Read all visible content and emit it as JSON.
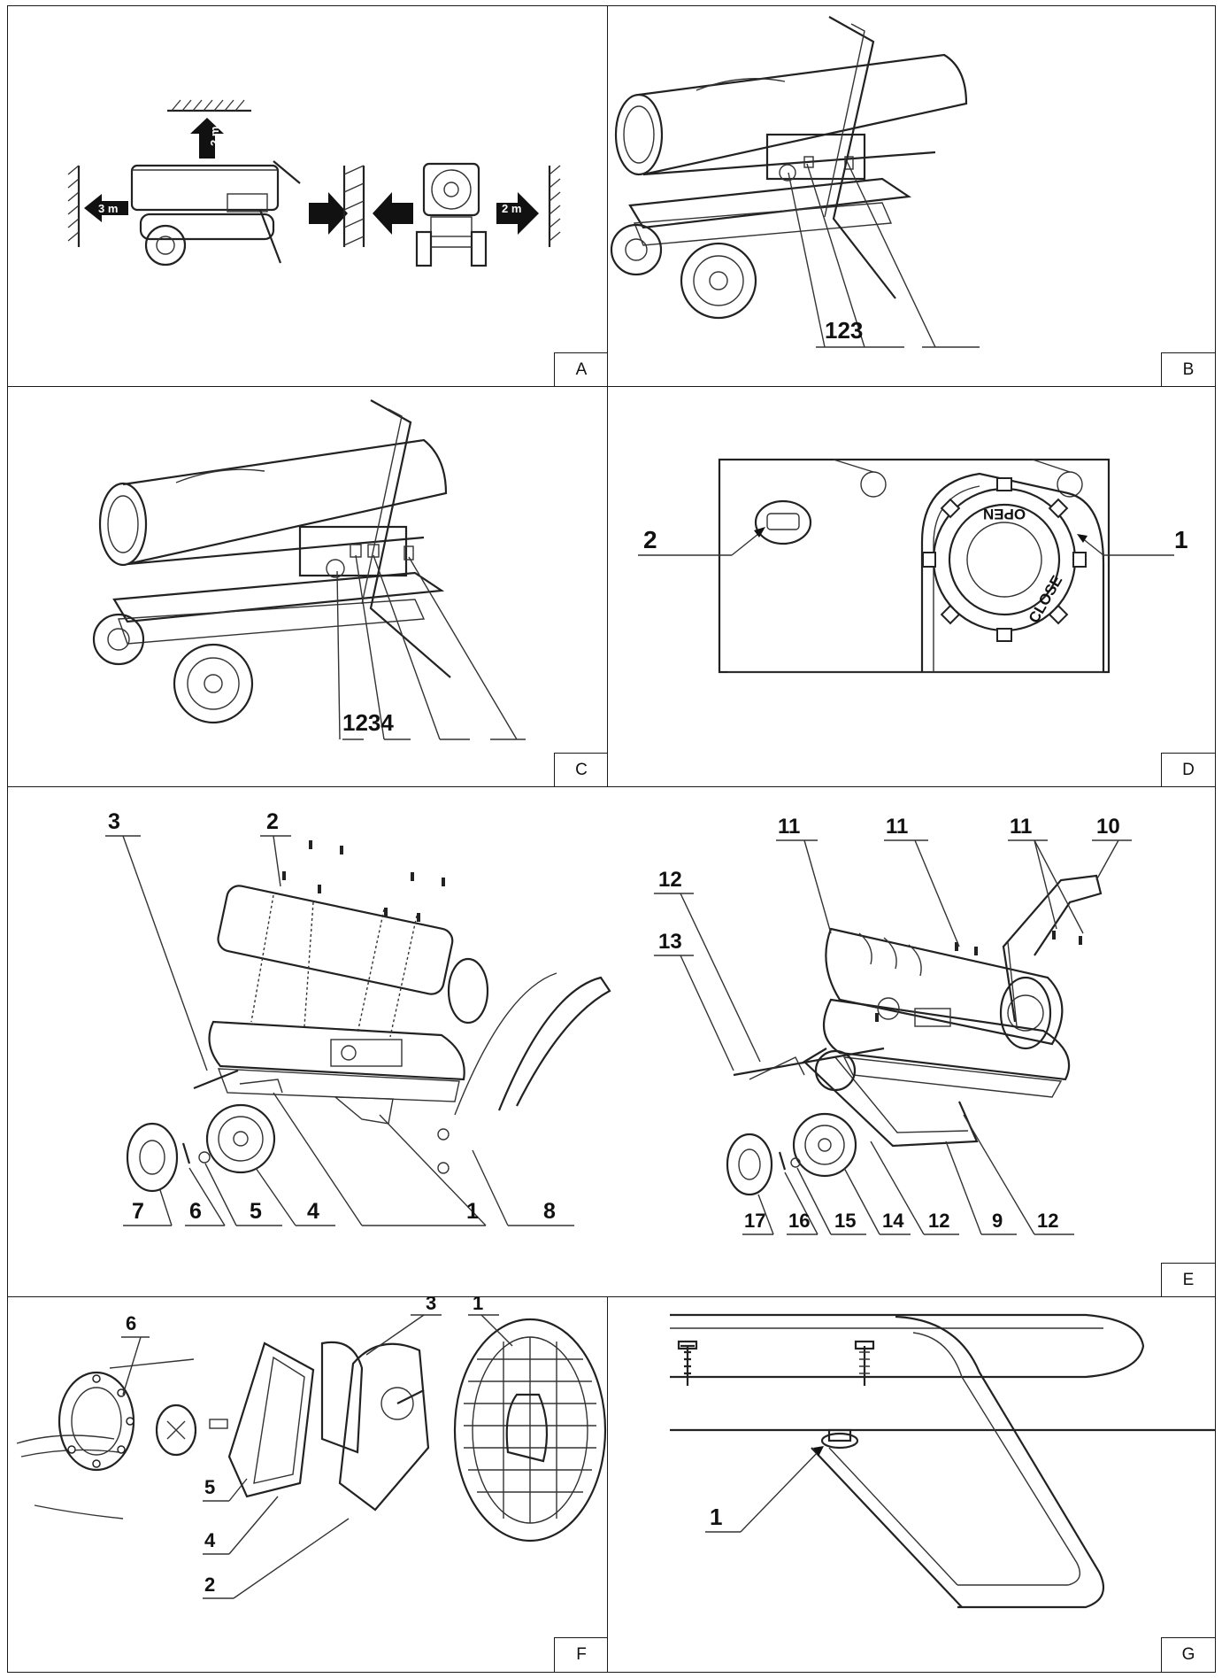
{
  "panels": {
    "A": {
      "letter": "A",
      "clear_top": "2 m",
      "clear_left": "3 m",
      "clear_right": "2 m"
    },
    "B": {
      "letter": "B",
      "callout": "123"
    },
    "C": {
      "letter": "C",
      "callout": "1234"
    },
    "D": {
      "letter": "D",
      "cap_open": "OPEN",
      "cap_close": "CLOSE",
      "label_1": "1",
      "label_2": "2"
    },
    "E": {
      "letter": "E",
      "left_labels": [
        "3",
        "2",
        "7",
        "6",
        "5",
        "4",
        "1",
        "8"
      ],
      "right_labels": [
        "11",
        "11",
        "11",
        "10",
        "12",
        "13",
        "17",
        "16",
        "15",
        "14",
        "12",
        "9",
        "12"
      ]
    },
    "F": {
      "letter": "F",
      "labels": [
        "6",
        "3",
        "1",
        "5",
        "4",
        "2"
      ]
    },
    "G": {
      "letter": "G",
      "label_1": "1"
    }
  }
}
